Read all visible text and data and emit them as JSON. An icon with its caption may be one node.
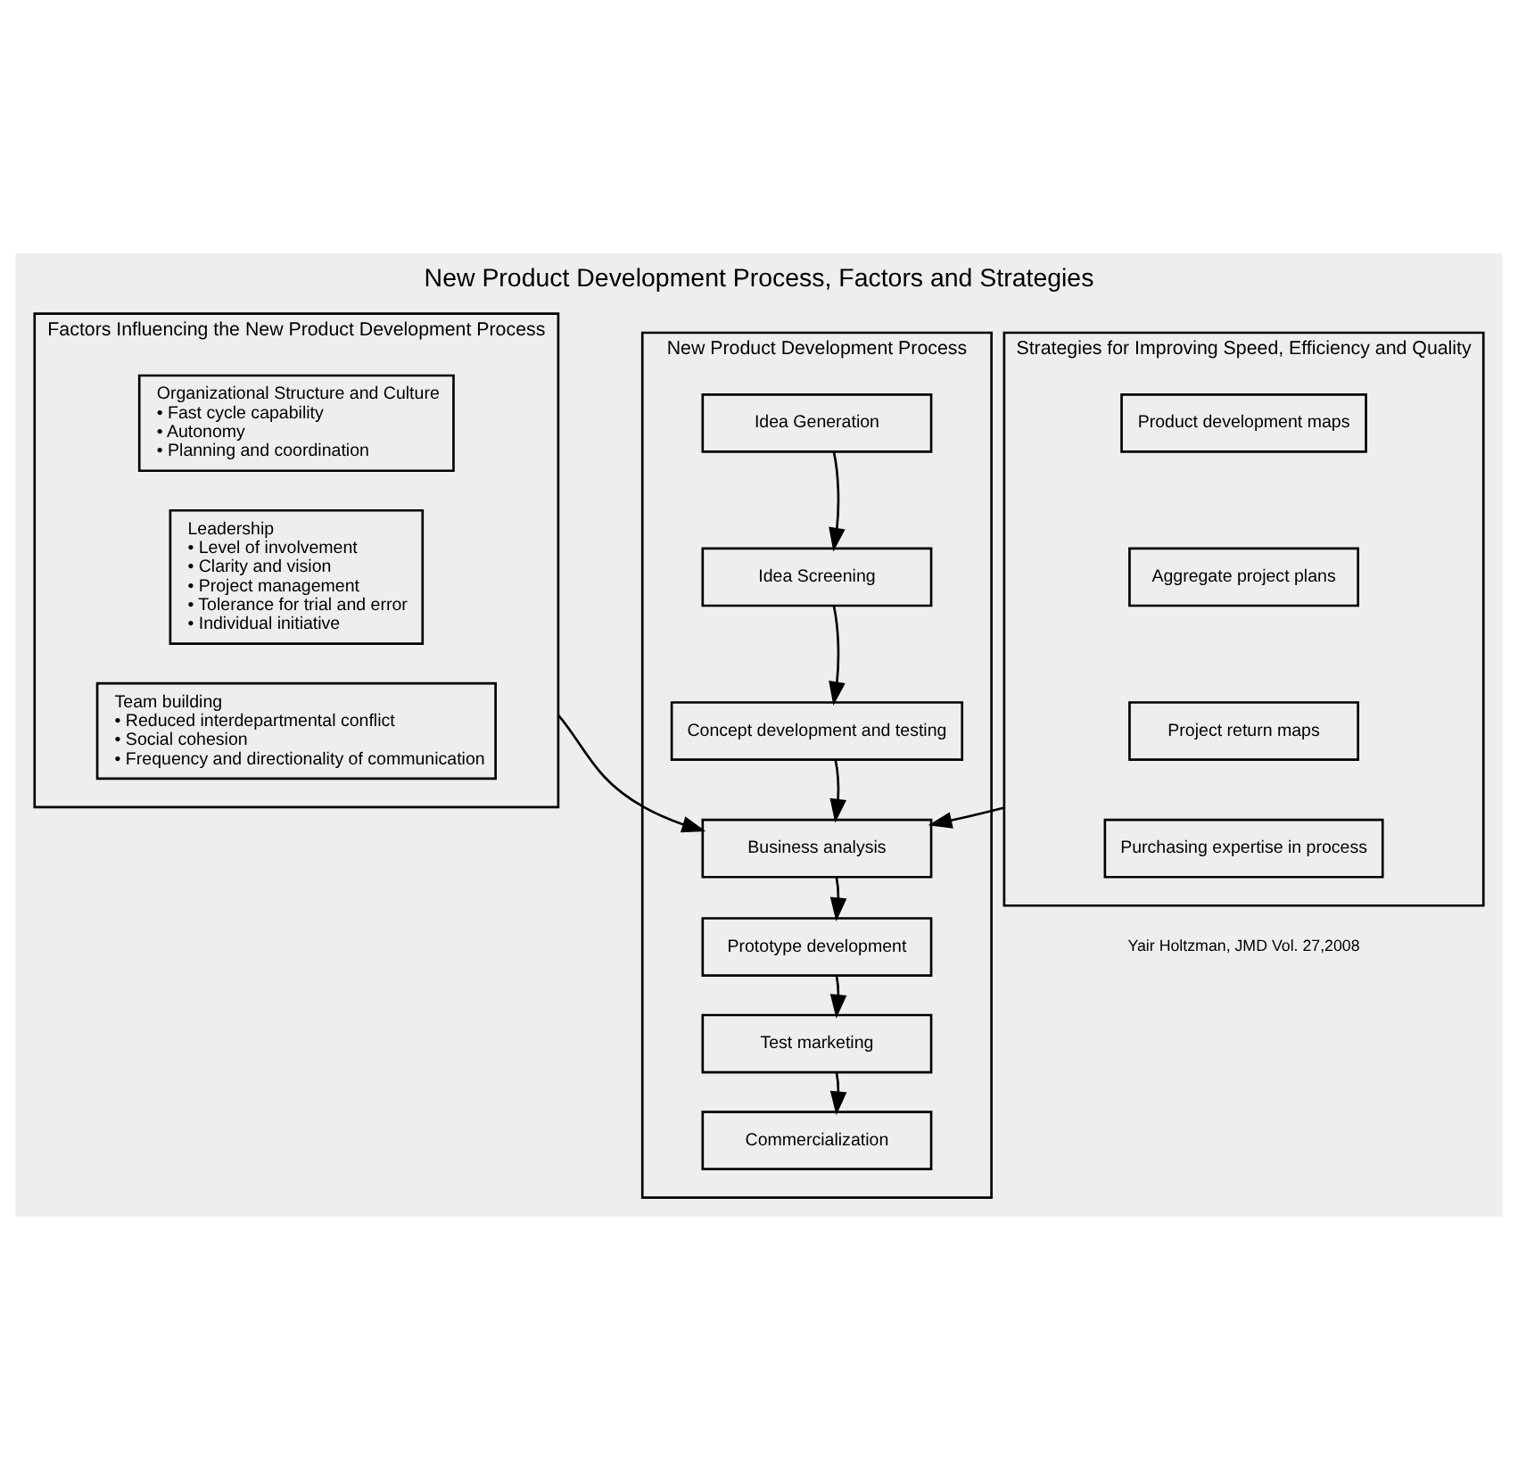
{
  "diagram": {
    "title": "New Product Development Process, Factors and Strategies",
    "nodes": [
      {
        "text": [
          "Factors Influencing the New Product Development Process"
        ]
      },
      {
        "text": [
          "Organizational Structure and Culture",
          "• Fast cycle capability",
          "• Autonomy",
          "• Planning and coordination"
        ],
        "in": 0
      },
      {
        "text": [
          "Leadership",
          "• Level of involvement",
          "• Clarity and vision",
          "• Project management",
          "• Tolerance for trial and error",
          "• Individual initiative"
        ],
        "in": 0
      },
      {
        "text": [
          "Team building",
          "• Reduced interdepartmental conflict",
          "• Social cohesion",
          "• Frequency and directionality of communication"
        ],
        "in": 0
      },
      {
        "text": [
          "New Product Development Process"
        ]
      },
      {
        "text": [
          "Idea Generation"
        ],
        "in": 4
      },
      {
        "text": [
          "Idea Screening"
        ],
        "in": 4
      },
      {
        "text": [
          "Concept development and testing"
        ],
        "in": 4
      },
      {
        "text": [
          "Business analysis"
        ],
        "in": 4
      },
      {
        "text": [
          "Prototype development"
        ],
        "in": 4
      },
      {
        "text": [
          "Test marketing"
        ],
        "in": 4
      },
      {
        "text": [
          "Commercialization"
        ],
        "in": 4
      },
      {
        "text": [
          "Strategies for Improving Speed, Efficiency and Quality"
        ]
      },
      {
        "text": [
          "Product development maps"
        ],
        "in": 12
      },
      {
        "text": [
          "Aggregate project plans"
        ],
        "in": 12
      },
      {
        "text": [
          "Project return maps"
        ],
        "in": 12
      },
      {
        "text": [
          "Purchasing expertise in process"
        ],
        "in": 12
      }
    ],
    "edges": [
      {
        "from": 5,
        "to": 6,
        "arrow": "to"
      },
      {
        "from": 6,
        "to": 7,
        "arrow": "to"
      },
      {
        "from": 7,
        "to": 8,
        "arrow": "to"
      },
      {
        "from": 8,
        "to": 9,
        "arrow": "to"
      },
      {
        "from": 9,
        "to": 10,
        "arrow": "to"
      },
      {
        "from": 10,
        "to": 11,
        "arrow": "to"
      },
      {
        "from": 0,
        "to": 8,
        "arrow": "to"
      },
      {
        "from": 12,
        "to": 8,
        "arrow": "to"
      }
    ],
    "labels": [
      "Yair Holtzman, JMD Vol. 27,2008"
    ]
  }
}
